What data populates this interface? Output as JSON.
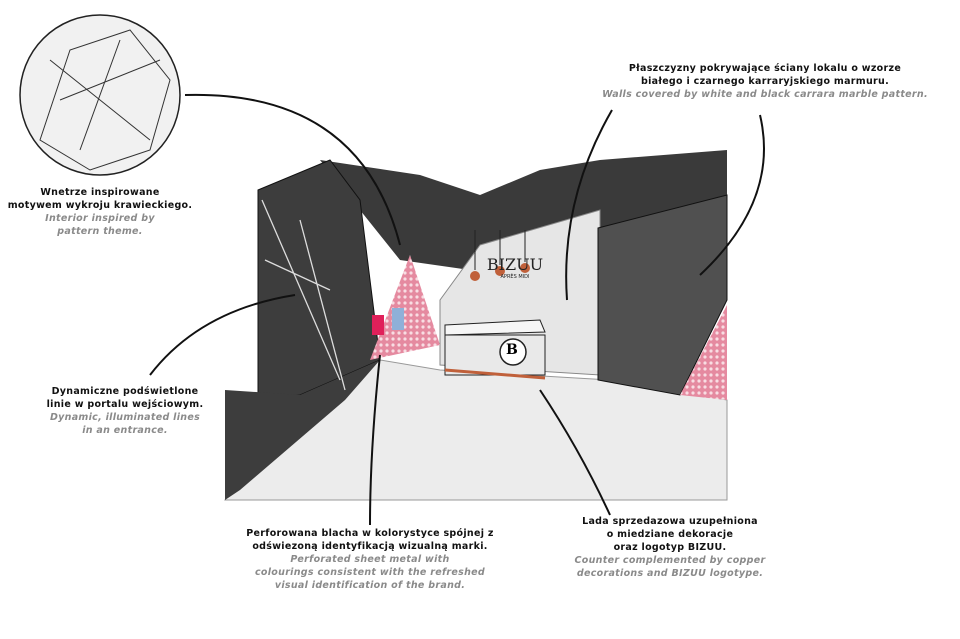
{
  "sign": {
    "brand": "BIZUU",
    "sub": "APRÈS MIDI",
    "monogram": "B"
  },
  "notes": {
    "pattern": {
      "pl": [
        "Wnetrze inspirowane",
        "motywem wykroju krawieckiego."
      ],
      "en": [
        "Interior inspired by",
        "pattern theme."
      ]
    },
    "lines": {
      "pl": [
        "Dynamiczne podświetlone",
        "linie w portalu wejściowym."
      ],
      "en": [
        "Dynamic, illuminated lines",
        "in an entrance."
      ]
    },
    "walls": {
      "pl": [
        "Płaszczyzny pokrywające ściany lokalu o wzorze",
        "białego i czarnego karraryjskiego marmuru."
      ],
      "en": [
        "Walls covered by white and black carrara marble pattern."
      ]
    },
    "metal": {
      "pl": [
        "Perforowana blacha w kolorystyce spójnej z",
        "odświezoną identyfikacją wizualną marki."
      ],
      "en": [
        "Perforated sheet metal with",
        "colourings consistent with the refreshed",
        "visual identification of the brand."
      ]
    },
    "counter": {
      "pl": [
        "Lada sprzedazowa uzupełniona",
        "o miedziane dekoracje",
        "oraz logotyp BIZUU."
      ],
      "en": [
        "Counter complemented by copper",
        "decorations and BIZUU logotype."
      ]
    }
  },
  "colors": {
    "dark": "#3d3d3d",
    "pink": "#e8a0b0",
    "copper": "#c0603a",
    "floor": "#ececec"
  }
}
